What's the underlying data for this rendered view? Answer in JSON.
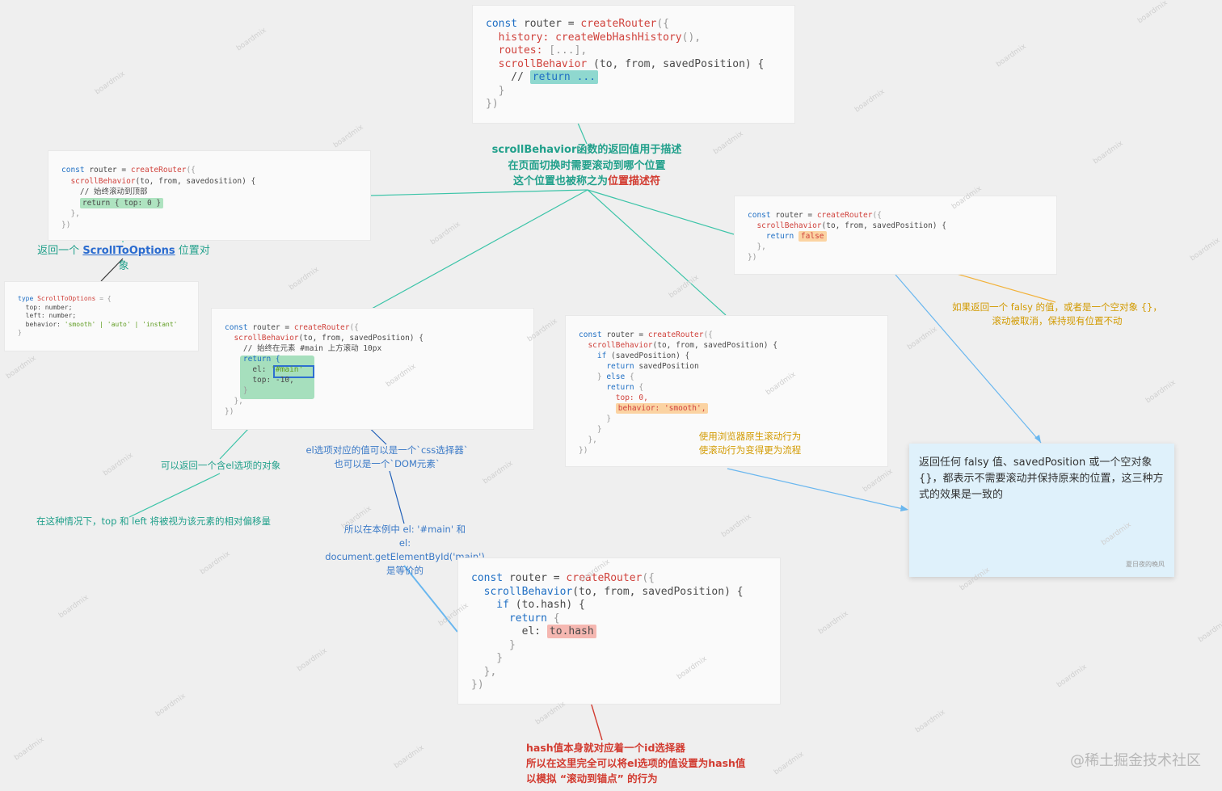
{
  "card_top": {
    "l1a": "const",
    "l1b": " router = ",
    "l1c": "createRouter",
    "l1d": "({",
    "l2a": "  history: ",
    "l2b": "createWebHashHistory",
    "l2c": "(),",
    "l3a": "  routes: ",
    "l3b": "[...],",
    "l4a": "  scrollBehavior",
    "l4b": " (to, from, savedPosition) {",
    "l5a": "    // ",
    "l5b": "return ...",
    "l6": "  }",
    "l7": "})"
  },
  "note_center": {
    "line1": "scrollBehavior函数的返回值用于描述",
    "line2": "在页面切换时需要滚动到哪个位置",
    "line3a": "这个位置也被称之为",
    "line3b": "位置描述符"
  },
  "card_left": {
    "l1a": "const",
    "l1b": " router = ",
    "l1c": "createRouter",
    "l1d": "({",
    "l2a": "  scrollBehavior",
    "l2b": "(to, from, savedosition) {",
    "l3": "    // 始终滚动到顶部",
    "l4": "return { top: 0 }",
    "l5": "  },",
    "l6": "})"
  },
  "note_scroll_to_options": {
    "pre": "返回一个 ",
    "link": "ScrollToOptions",
    "post": " 位置对象"
  },
  "card_type": {
    "l1a": "type",
    "l1b": " ScrollToOptions",
    "l1c": " = {",
    "l2": "  top: number;",
    "l3": "  left: number;",
    "l4a": "  behavior: ",
    "l4b": "'smooth' | 'auto' | 'instant'",
    "l5": "}"
  },
  "card_el": {
    "l1a": "const",
    "l1b": " router = ",
    "l1c": "createRouter",
    "l1d": "({",
    "l2a": "  scrollBehavior",
    "l2b": "(to, from, savedPosition) {",
    "l3": "    // 始终在元素 #main 上方滚动 10px",
    "l4": "    return {",
    "l5a": "      el: ",
    "l5b": "'#main'",
    "l6": "      top: -10,",
    "l7": "    }",
    "l8": "  },",
    "l9": "})"
  },
  "card_falsy": {
    "l1a": "const",
    "l1b": " router = ",
    "l1c": "createRouter",
    "l1d": "({",
    "l2a": "  scrollBehavior",
    "l2b": "(to, from, savedPosition) {",
    "l3a": "    return ",
    "l3b": "false",
    "l4": "  },",
    "l5": "})"
  },
  "note_falsy": {
    "line1": "如果返回一个 falsy 的值，或者是一个空对象 {}，",
    "line2": "滚动被取消，保持现有位置不动"
  },
  "card_saved": {
    "l1a": "const",
    "l1b": " router = ",
    "l1c": "createRouter",
    "l1d": "({",
    "l2a": "  scrollBehavior",
    "l2b": "(to, from, savedPosition) {",
    "l3a": "    if",
    "l3b": " (savedPosition) {",
    "l4a": "      return",
    "l4b": " savedPosition",
    "l5a": "    } ",
    "l5b": "else",
    "l5c": " {",
    "l6a": "      return",
    "l6b": " {",
    "l7": "        top: 0,",
    "l8": "behavior: 'smooth',",
    "l9": "      }",
    "l10": "    }",
    "l11": "  },",
    "l12": "})"
  },
  "note_smooth": {
    "line1": "使用浏览器原生滚动行为",
    "line2": "使滚动行为变得更为流程"
  },
  "summary": {
    "text": "返回任何 falsy 值、savedPosition 或一个空对象 {}，都表示不需要滚动并保持原来的位置，这三种方式的效果是一致的",
    "signature": "夏日夜的晚风"
  },
  "note_el_option": "可以返回一个含el选项的对象",
  "note_offset": "在这种情况下，top 和 left 将被视为该元素的相对偏移量",
  "note_selector": {
    "line1": "el选项对应的值可以是一个`css选择器`",
    "line2": "也可以是一个`DOM元素`"
  },
  "note_equiv": {
    "line1": "所以在本例中 el: '#main' 和",
    "line2": "el: document.getElementById('main')",
    "line3": "是等价的"
  },
  "card_hash": {
    "l1a": "const",
    "l1b": " router = ",
    "l1c": "createRouter",
    "l1d": "({",
    "l2a": "  scrollBehavior",
    "l2b": "(to, from, savedPosition) {",
    "l3a": "    if",
    "l3b": " (to.hash) {",
    "l4a": "      return",
    "l4b": " {",
    "l5a": "        el: ",
    "l5b": "to.hash",
    "l6": "      }",
    "l7": "    }",
    "l8": "  },",
    "l9": "})"
  },
  "note_hash": {
    "line1": "hash值本身就对应着一个id选择器",
    "line2": "所以在这里完全可以将el选项的值设置为hash值",
    "line3": "以模拟 “滚动到锚点” 的行为"
  },
  "footer": "@稀土掘金技术社区",
  "watermark": "boardmix",
  "colors": {
    "teal": "#21a08b",
    "blue": "#3b7ac7",
    "orange": "#d29a00",
    "red": "#d23b30",
    "summary_bg": "#dff1fb"
  }
}
